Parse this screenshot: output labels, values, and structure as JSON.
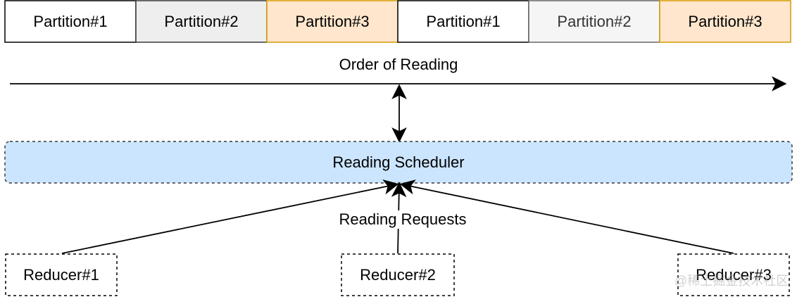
{
  "partitions": [
    {
      "label": "Partition#1",
      "fill": "#ffffff",
      "stroke": "#000000"
    },
    {
      "label": "Partition#2",
      "fill": "#eeeeee",
      "stroke": "#36393d"
    },
    {
      "label": "Partition#3",
      "fill": "#ffe6cc",
      "stroke": "#d79b00"
    },
    {
      "label": "Partition#1",
      "fill": "#ffffff",
      "stroke": "#000000"
    },
    {
      "label": "Partition#2",
      "fill": "#f5f5f5",
      "stroke": "#666666"
    },
    {
      "label": "Partition#3",
      "fill": "#ffe6cc",
      "stroke": "#d79b00"
    }
  ],
  "order_label": "Order of Reading",
  "scheduler": {
    "label": "Reading Scheduler",
    "fill": "#cce5ff",
    "stroke": "#36393d"
  },
  "requests_label": "Reading Requests",
  "reducers": [
    {
      "label": "Reducer#1"
    },
    {
      "label": "Reducer#2"
    },
    {
      "label": "Reducer#3"
    }
  ],
  "watermark": "@稀土掘金技术社区"
}
